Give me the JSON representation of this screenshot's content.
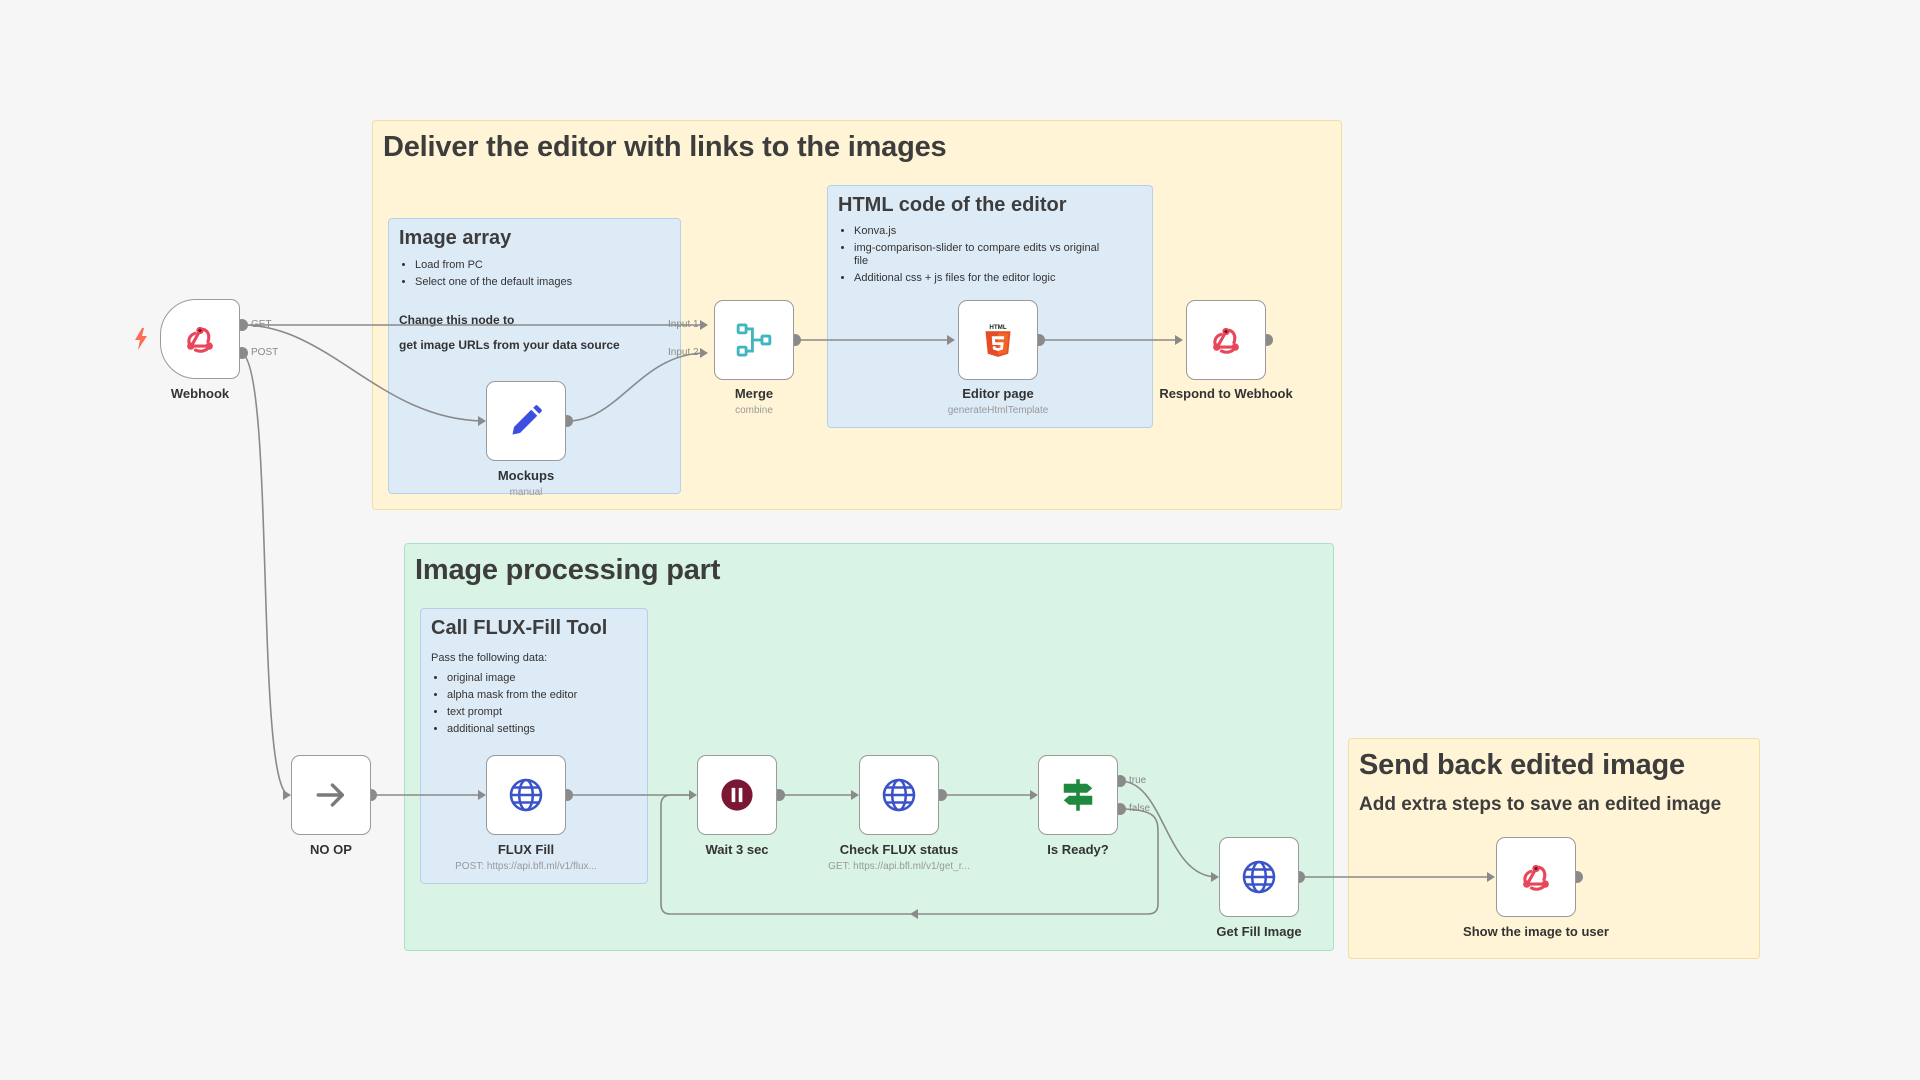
{
  "stickies": {
    "deliver": {
      "title": "Deliver the editor with links to the images"
    },
    "image_array": {
      "title": "Image array",
      "bullets": [
        "Load from PC",
        "Select one of the default images"
      ],
      "line1": "Change this node to",
      "line2": "get image URLs from your data source"
    },
    "html_code": {
      "title": "HTML code of the editor",
      "bullets": [
        "Konva.js",
        "img-comparison-slider to compare edits vs original",
        "file",
        "Additional css + js files for the editor logic"
      ]
    },
    "processing": {
      "title": "Image processing part"
    },
    "flux_tool": {
      "title": "Call FLUX-Fill Tool",
      "intro": "Pass the following data:",
      "bullets": [
        "original image",
        "alpha mask from the editor",
        "text prompt",
        "additional settings"
      ]
    },
    "send_back": {
      "title": "Send back edited image",
      "subtitle": "Add extra steps to save an edited image"
    }
  },
  "nodes": {
    "webhook": {
      "label": "Webhook",
      "icon": "webhook-icon"
    },
    "merge": {
      "label": "Merge",
      "sub": "combine",
      "icon": "merge-icon"
    },
    "mockups": {
      "label": "Mockups",
      "sub": "manual",
      "icon": "pencil-icon"
    },
    "editor_page": {
      "label": "Editor page",
      "sub": "generateHtmlTemplate",
      "icon": "html5-icon"
    },
    "respond": {
      "label": "Respond to Webhook",
      "icon": "webhook-icon"
    },
    "noop": {
      "label": "NO OP",
      "icon": "arrow-right-icon"
    },
    "flux_fill": {
      "label": "FLUX Fill",
      "sub": "POST: https://api.bfl.ml/v1/flux...",
      "icon": "globe-icon"
    },
    "wait": {
      "label": "Wait 3 sec",
      "icon": "pause-icon"
    },
    "check_status": {
      "label": "Check FLUX status",
      "sub": "GET: https://api.bfl.ml/v1/get_r...",
      "icon": "globe-icon"
    },
    "is_ready": {
      "label": "Is Ready?",
      "icon": "signpost-icon"
    },
    "get_fill": {
      "label": "Get Fill Image",
      "icon": "globe-icon"
    },
    "show_image": {
      "label": "Show the image to user",
      "icon": "webhook-icon"
    }
  },
  "ports": {
    "get": "GET",
    "post": "POST",
    "input1": "Input 1",
    "input2": "Input 2",
    "true": "true",
    "false": "false"
  },
  "colors": {
    "sticky_yellow": "#fff5d6",
    "sticky_green": "#d9f4e5",
    "sticky_blue": "#ddebf7",
    "edge": "#8a8a8a",
    "webhook_red": "#e8465b",
    "merge_teal": "#3fb5c0",
    "pencil_blue": "#3c4fe0",
    "html5_orange": "#e44d26",
    "globe_blue": "#3b53c9",
    "pause_maroon": "#7b1733",
    "signpost_green": "#1f8a3f",
    "trigger_bolt": "#ff6d5a"
  }
}
